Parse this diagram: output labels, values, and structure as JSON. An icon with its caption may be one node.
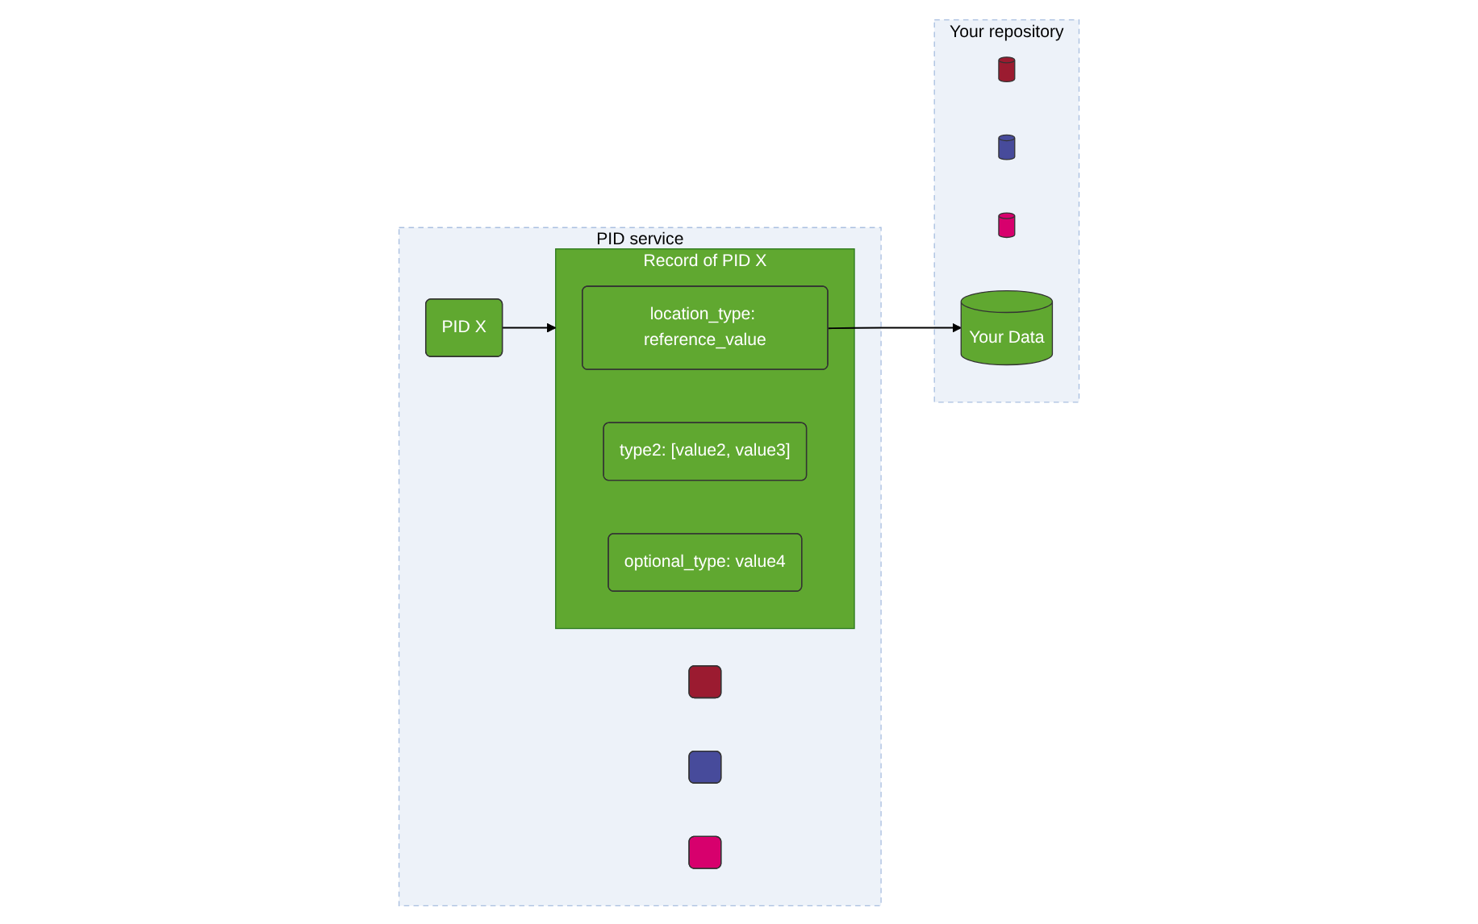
{
  "diagram": {
    "nodes": [
      {
        "text": [
          "PID service"
        ]
      },
      {
        "text": [
          "Your repository"
        ]
      },
      {
        "text": [],
        "shape": "box",
        "in": 0
      },
      {
        "text": [],
        "shape": "box",
        "in": 0
      },
      {
        "text": [],
        "shape": "box",
        "in": 0
      },
      {
        "text": [
          "PID X"
        ],
        "in": 0
      },
      {
        "text": [
          "Record of PID X"
        ],
        "in": 0
      },
      {
        "text": [
          "location_type: reference_value"
        ],
        "in": 6
      },
      {
        "text": [
          "type2: [value2, value3]"
        ],
        "in": 6
      },
      {
        "text": [
          "optional_type: value4"
        ],
        "in": 6
      },
      {
        "text": [],
        "shape": "cylinder",
        "in": 1
      },
      {
        "text": [],
        "shape": "cylinder",
        "in": 1
      },
      {
        "text": [],
        "shape": "cylinder",
        "in": 1
      },
      {
        "text": [
          "Your Data"
        ],
        "in": 1
      }
    ],
    "edges": [
      {
        "from": 5,
        "to": 6,
        "arrow": "to"
      },
      {
        "from": 7,
        "to": 13,
        "arrow": "to"
      }
    ]
  }
}
